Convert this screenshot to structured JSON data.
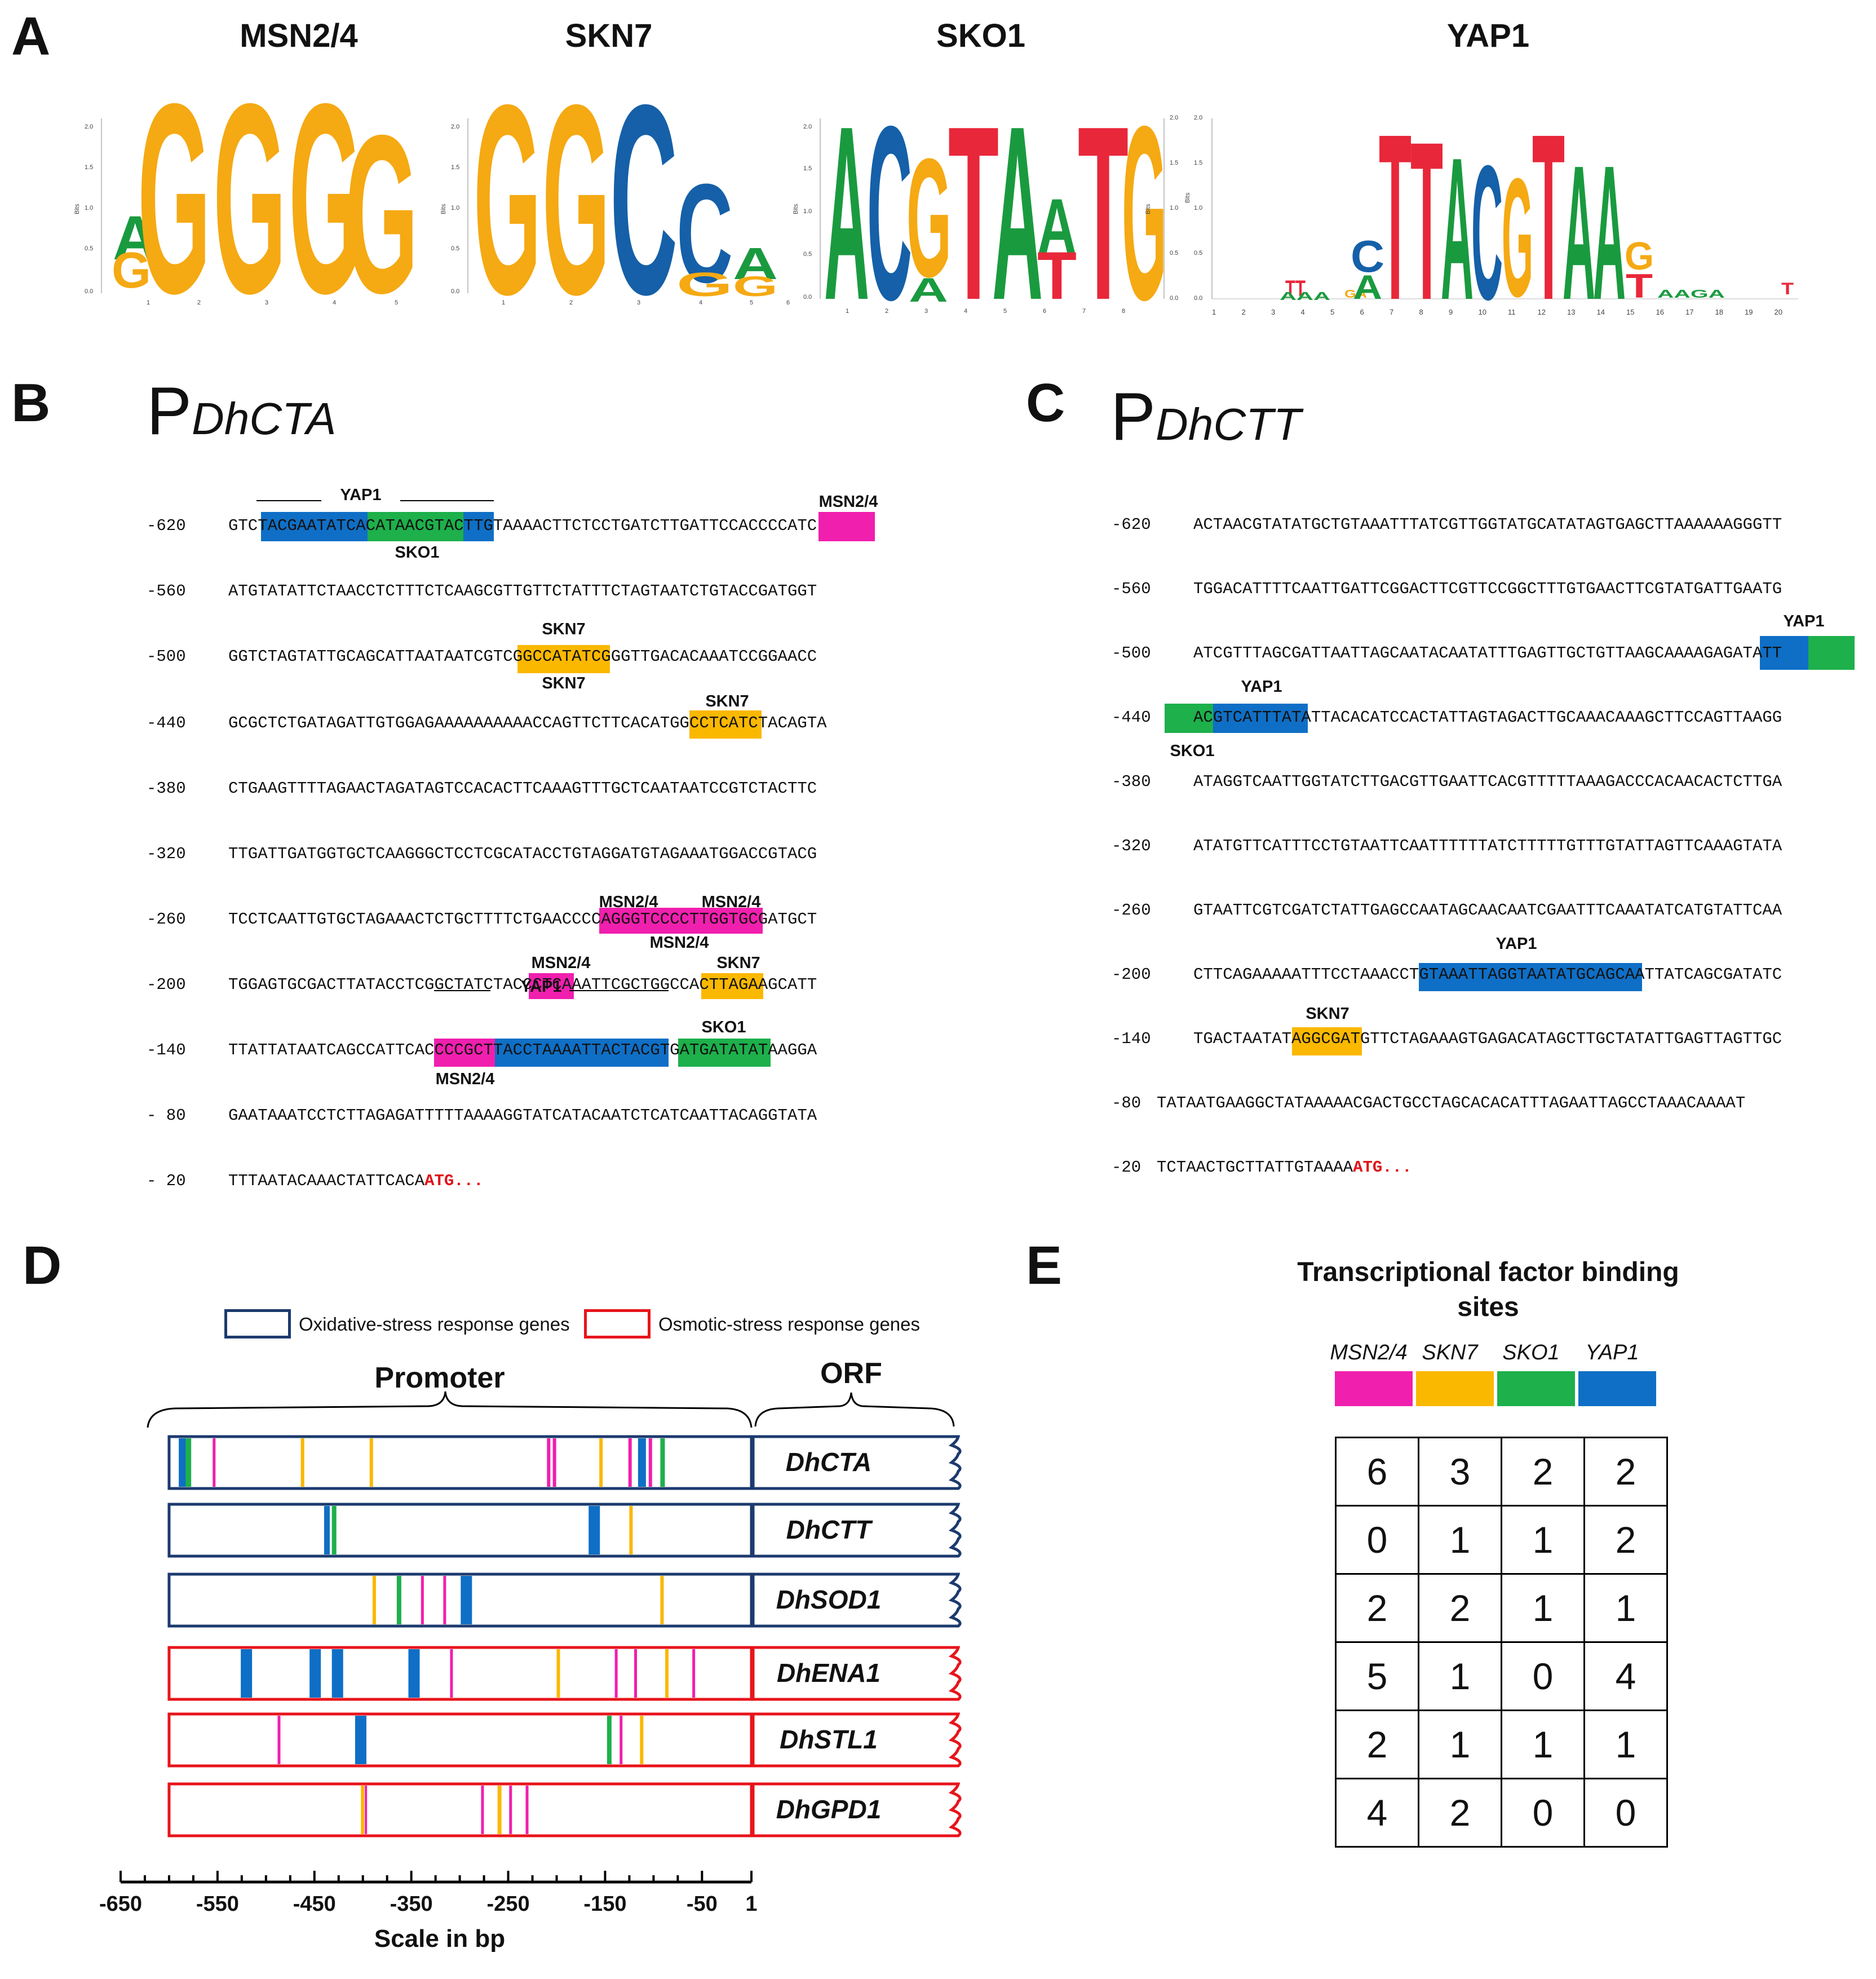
{
  "panel_labels": {
    "a": "A",
    "b": "B",
    "c": "C",
    "d": "D",
    "e": "E"
  },
  "panel_a": {
    "motifs": [
      {
        "name": "MSN2/4",
        "letters": "AGGGG",
        "axis_label": "Bits",
        "ticks": [
          "2.0",
          "1.5",
          "1.0",
          "0.5",
          "0.0"
        ],
        "positions": [
          "1",
          "2",
          "3",
          "4",
          "5"
        ]
      },
      {
        "name": "SKN7",
        "letters": "GGCCA",
        "axis_label": "Bits",
        "ticks": [
          "2.0",
          "1.5",
          "1.0",
          "0.5",
          "0.0"
        ],
        "positions": [
          "1",
          "2",
          "3",
          "4",
          "5",
          "6"
        ]
      },
      {
        "name": "SKO1",
        "letters": "ACGTAATG",
        "axis_label": "Bits",
        "ticks": [
          "2.0",
          "1.5",
          "1.0",
          "0.5",
          "0.0"
        ],
        "positions": [
          "1",
          "2",
          "3",
          "4",
          "5",
          "6",
          "7",
          "8"
        ]
      },
      {
        "name": "YAP1",
        "letters": "CTTACGTAAG",
        "axis_label": "Bits",
        "ticks": [
          "2.0",
          "1.5",
          "1.0",
          "0.5",
          "0.0"
        ],
        "positions": [
          "1",
          "2",
          "3",
          "4",
          "5",
          "6",
          "7",
          "8",
          "9",
          "10",
          "11",
          "12",
          "13",
          "14",
          "15",
          "16",
          "17",
          "18",
          "19",
          "20"
        ]
      }
    ],
    "nucleotide_colors": {
      "A": "#1a9a3f",
      "C": "#1560a8",
      "G": "#f5a913",
      "T": "#e8273a"
    }
  },
  "panel_b": {
    "title_p": "P",
    "title_sub": "DhCTA",
    "lines": [
      {
        "num": "-620",
        "text": "GTCTACGAATATCACATAACGTACTTGTAAAACTTCTCCTGATCTTGATTCCACCCCATC"
      },
      {
        "num": "-560",
        "text": "ATGTATATTCTAACCTCTTTCTCAAGCGTTGTTCTATTTCTAGTAATCTGTACCGATGGT"
      },
      {
        "num": "-500",
        "text": "GGTCTAGTATTGCAGCATTAATAATCGTCGGCCATATCGGGTTGACACAAATCCGGAACC"
      },
      {
        "num": "-440",
        "text": "GCGCTCTGATAGATTGTGGAGAAAAAAAAAACCAGTTCTTCACATGGCCTCATCTACAGTA"
      },
      {
        "num": "-380",
        "text": "CTGAAGTTTTAGAACTAGATAGTCCACACTTCAAAGTTTGCTCAATAATCCGTCTACTTC"
      },
      {
        "num": "-320",
        "text": "TTGATTGATGGTGCTCAAGGGCTCCTCGCATACCTGTAGGATGTAGAAATGGACCGTACG"
      },
      {
        "num": "-260",
        "text": "TCCTCAATTGTGCTAGAAACTCTGCTTTTCTGAACCCCAGGGTCCCCTTGGTGCGATGCT"
      },
      {
        "num": "-200",
        "text": "TGGAGTGCGACTTATACCTCGGCTATCTACCCTCAAATTCGCTGGCCACTTAGAAGCATT"
      },
      {
        "num": "-140",
        "text": "TTATTATAATCAGCCATTCACCCCGCTTACCTAAAATTACTACGTGATGATATATAAGGA"
      },
      {
        "num": "- 80",
        "text": "GAATAAATCCTCTTAGAGATTTTTAAAAGGTATCATACAATCTCATCAATTACAGGTATA"
      },
      {
        "num": "- 20",
        "text": "TTTAATACAAACTATTCACA",
        "atg": "ATG..."
      }
    ],
    "labels": [
      "YAP1",
      "SKO1",
      "MSN2/4",
      "SKN7",
      "SKN7",
      "SKN7",
      "MSN2/4",
      "MSN2/4",
      "MSN2/4",
      "MSN2/4",
      "SKN7",
      "YAP1",
      "SKO1",
      "MSN2/4"
    ]
  },
  "panel_c": {
    "title_p": "P",
    "title_sub": "DhCTT",
    "lines": [
      {
        "num": "-620",
        "text": "ACTAACGTATATGCTGTAAATTTATCGTTGGTATGCATATAGTGAGCTTAAAAAAGGGTT"
      },
      {
        "num": "-560",
        "text": "TGGACATTTTCAATTGATTCGGACTTCGTTCCGGCTTTGTGAACTTCGTATGATTGAATG"
      },
      {
        "num": "-500",
        "text": "ATCGTTTAGCGATTAATTAGCAATACAATATTTGAGTTGCTGTTAAGCAAAAGAGATATT"
      },
      {
        "num": "-440",
        "text": "ACGTCATTTATATTACACATCCACTATTAGTAGACTTGCAAACAAAGCTTCCAGTTAAGG"
      },
      {
        "num": "-380",
        "text": "ATAGGTCAATTGGTATCTTGACGTTGAATTCACGTTTTTAAAGACCCACAACACTCTTGA"
      },
      {
        "num": "-320",
        "text": "ATATGTTCATTTCCTGTAATTCAATTTTTTATCTTTTTGTTTGTATTAGTTCAAAGTATA"
      },
      {
        "num": "-260",
        "text": "GTAATTCGTCGATCTATTGAGCCAATAGCAACAATCGAATTTCAAATATCATGTATTCAA"
      },
      {
        "num": "-200",
        "text": "CTTCAGAAAAATTTCCTAAACCTGTAAATTAGGTAATATGCAGCAATTATCAGCGATATC"
      },
      {
        "num": "-140",
        "text": "TGACTAATATAGGCGATGTTCTAGAAAGTGAGACATAGCTTGCTATATTGAGTTAGTTGC"
      },
      {
        "num": "-80",
        "text": "TATAATGAAGGCTATAAAAACGACTGCCTAGCACACATTTAGAATTAGCCTAAACAAAAT"
      },
      {
        "num": "-20",
        "text": "TCTAACTGCTTATTGTAAAA",
        "atg": "ATG..."
      }
    ],
    "labels": [
      "YAP1",
      "YAP1",
      "SKO1",
      "YAP1",
      "SKN7"
    ]
  },
  "panel_d": {
    "legend": {
      "oxidative": "Oxidative-stress response genes",
      "osmotic": "Osmotic-stress response genes"
    },
    "promoter_label": "Promoter",
    "orf_label": "ORF",
    "genes": [
      {
        "name": "DhCTA",
        "group": "oxidative",
        "sites": [
          {
            "tf": "YAP1",
            "pos": -590,
            "w": 18
          },
          {
            "tf": "SKO1",
            "pos": -583,
            "w": 10
          },
          {
            "tf": "MSN2/4",
            "pos": -555,
            "w": 5
          },
          {
            "tf": "SKN7",
            "pos": -464,
            "w": 6
          },
          {
            "tf": "SKN7",
            "pos": -393,
            "w": 6
          },
          {
            "tf": "MSN2/4",
            "pos": -210,
            "w": 6
          },
          {
            "tf": "MSN2/4",
            "pos": -204,
            "w": 6
          },
          {
            "tf": "SKN7",
            "pos": -156,
            "w": 6
          },
          {
            "tf": "MSN2/4",
            "pos": -126,
            "w": 6
          },
          {
            "tf": "YAP1",
            "pos": -116,
            "w": 14
          },
          {
            "tf": "MSN2/4",
            "pos": -105,
            "w": 6
          },
          {
            "tf": "SKO1",
            "pos": -93,
            "w": 8
          }
        ]
      },
      {
        "name": "DhCTT",
        "group": "oxidative",
        "sites": [
          {
            "tf": "YAP1",
            "pos": -440,
            "w": 10
          },
          {
            "tf": "SKO1",
            "pos": -432,
            "w": 8
          },
          {
            "tf": "YAP1",
            "pos": -167,
            "w": 20
          },
          {
            "tf": "SKN7",
            "pos": -125,
            "w": 6
          }
        ]
      },
      {
        "name": "DhSOD1",
        "group": "oxidative",
        "sites": [
          {
            "tf": "SKN7",
            "pos": -390,
            "w": 6
          },
          {
            "tf": "SKO1",
            "pos": -365,
            "w": 8
          },
          {
            "tf": "MSN2/4",
            "pos": -340,
            "w": 5
          },
          {
            "tf": "MSN2/4",
            "pos": -317,
            "w": 5
          },
          {
            "tf": "YAP1",
            "pos": -299,
            "w": 20
          },
          {
            "tf": "SKN7",
            "pos": -93,
            "w": 6
          }
        ]
      },
      {
        "name": "DhENA1",
        "group": "osmotic",
        "sites": [
          {
            "tf": "YAP1",
            "pos": -526,
            "w": 20
          },
          {
            "tf": "YAP1",
            "pos": -455,
            "w": 20
          },
          {
            "tf": "YAP1",
            "pos": -432,
            "w": 20
          },
          {
            "tf": "YAP1",
            "pos": -353,
            "w": 20
          },
          {
            "tf": "MSN2/4",
            "pos": -310,
            "w": 5
          },
          {
            "tf": "SKN7",
            "pos": -200,
            "w": 6
          },
          {
            "tf": "MSN2/4",
            "pos": -140,
            "w": 5
          },
          {
            "tf": "MSN2/4",
            "pos": -120,
            "w": 5
          },
          {
            "tf": "SKN7",
            "pos": -88,
            "w": 6
          },
          {
            "tf": "MSN2/4",
            "pos": -60,
            "w": 5
          }
        ]
      },
      {
        "name": "DhSTL1",
        "group": "osmotic",
        "sites": [
          {
            "tf": "MSN2/4",
            "pos": -488,
            "w": 5
          },
          {
            "tf": "YAP1",
            "pos": -408,
            "w": 20
          },
          {
            "tf": "SKO1",
            "pos": -148,
            "w": 8
          },
          {
            "tf": "MSN2/4",
            "pos": -135,
            "w": 5
          },
          {
            "tf": "SKN7",
            "pos": -114,
            "w": 6
          }
        ]
      },
      {
        "name": "DhGPD1",
        "group": "osmotic",
        "sites": [
          {
            "tf": "SKN7",
            "pos": -402,
            "w": 6
          },
          {
            "tf": "MSN2/4",
            "pos": -398,
            "w": 4
          },
          {
            "tf": "MSN2/4",
            "pos": -278,
            "w": 5
          },
          {
            "tf": "SKN7",
            "pos": -261,
            "w": 7
          },
          {
            "tf": "MSN2/4",
            "pos": -249,
            "w": 5
          },
          {
            "tf": "MSN2/4",
            "pos": -232,
            "w": 5
          }
        ]
      }
    ],
    "axis": {
      "ticks": [
        "-650",
        "-550",
        "-450",
        "-350",
        "-250",
        "-150",
        "-50",
        "1"
      ],
      "label": "Scale in bp"
    }
  },
  "panel_e": {
    "title": "Transcriptional factor binding sites",
    "tfs": [
      {
        "name": "MSN2/4",
        "color": "#f01fae"
      },
      {
        "name": "SKN7",
        "color": "#fbb800"
      },
      {
        "name": "SKO1",
        "color": "#1db04b"
      },
      {
        "name": "YAP1",
        "color": "#0f6fc6"
      }
    ],
    "rows": [
      [
        "6",
        "3",
        "2",
        "2"
      ],
      [
        "0",
        "1",
        "1",
        "2"
      ],
      [
        "2",
        "2",
        "1",
        "1"
      ],
      [
        "5",
        "1",
        "0",
        "4"
      ],
      [
        "2",
        "1",
        "1",
        "1"
      ],
      [
        "4",
        "2",
        "0",
        "0"
      ]
    ]
  },
  "colors": {
    "msn": "#f01fae",
    "skn": "#fbb800",
    "sko": "#1db04b",
    "yap": "#0f6fc6",
    "oxidative": "#1c3a6e",
    "osmotic": "#e8141b",
    "atg": "#e0141b"
  }
}
